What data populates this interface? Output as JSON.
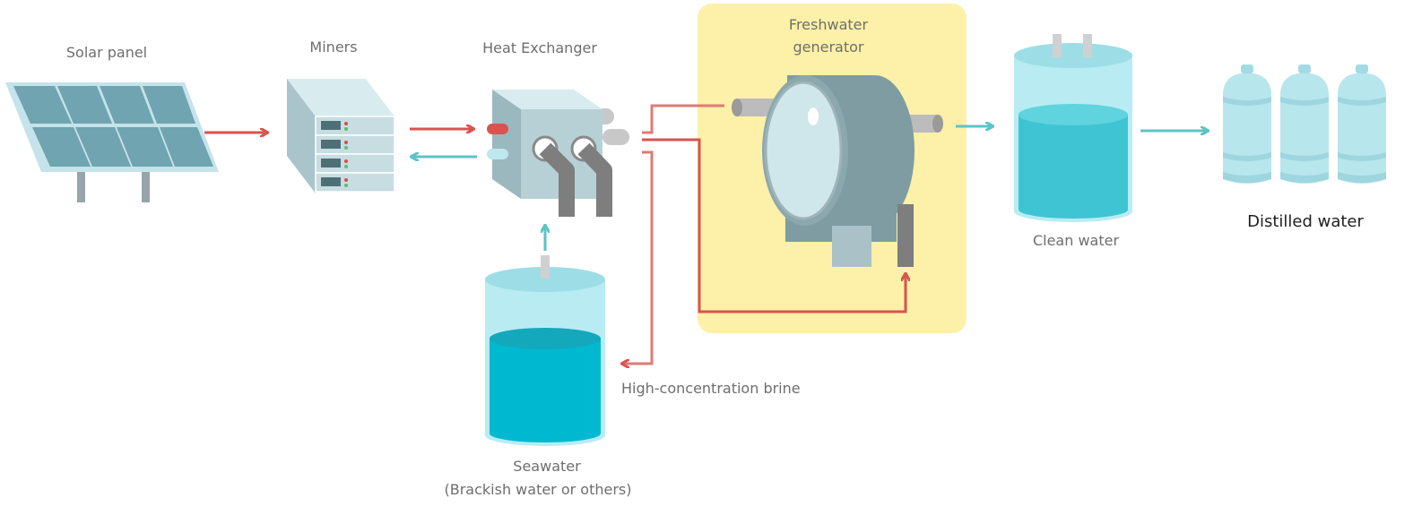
{
  "labels": {
    "solar_panel": "Solar panel",
    "miners": "Miners",
    "heat_exchanger": "Heat Exchanger",
    "freshwater_generator_line1": "Freshwater",
    "freshwater_generator_line2": "generator",
    "clean_water": "Clean water",
    "distilled_water": "Distilled water",
    "brine": "High-concentration brine",
    "seawater_line1": "Seawater",
    "seawater_line2": "(Brackish water or others)"
  },
  "colors": {
    "hot_flow": "#d9534f",
    "cold_flow": "#5cc3c8",
    "generator_bg": "#fdf0a8",
    "water_dark": "#00b9d0",
    "water_light": "#b8ecf2"
  }
}
